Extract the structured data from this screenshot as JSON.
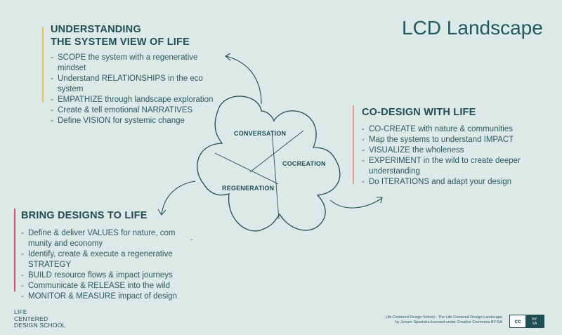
{
  "title": "LCD Landscape",
  "understanding": {
    "heading_line1": "UNDERSTANDING",
    "heading_line2": "THE SYSTEM VIEW OF LIFE",
    "items": [
      "SCOPE the system with a regenerative mindset",
      "Understand RELATIONSHIPS in the eco system",
      "EMPATHIZE through landscape exploration",
      "Create & tell emotional NARRATIVES",
      "Define VISION for systemic change"
    ],
    "accent": "#e8c15a"
  },
  "codesign": {
    "heading": "CO-DESIGN WITH LIFE",
    "items": [
      "CO-CREATE with nature & communities",
      "Map the systems to understand IMPACT",
      "VISUALIZE the wholeness",
      "EXPERIMENT in the wild to create deeper understanding",
      "Do ITERATIONS and adapt your design"
    ],
    "accent": "#e8a27a"
  },
  "bring": {
    "heading": "BRING DESIGNS TO LIFE",
    "items": [
      "Define & deliver VALUES for nature, com munity and economy",
      "Identify, create & execute a regenerative STRATEGY",
      "BUILD resource flows & impact journeys",
      "Communicate & RELEASE into the wild",
      "MONITOR & MEASURE impact of design"
    ],
    "accent": "#d64a6e",
    "stray_mark": "-"
  },
  "flower": {
    "labels": {
      "conversation": "CONVERSATION",
      "cocreation": "COCREATION",
      "regeneration": "REGENERATION"
    }
  },
  "footer": {
    "logo_line1": "LIFE",
    "logo_line2": "CENTERED",
    "logo_line3": "DESIGN SCHOOL",
    "credit_line1": "Life-Centered Design School - The Life-Centered Design Landscape",
    "credit_line2": "by Jeroen Spoelstra licensed under Creative Commons BY-SA",
    "license_cc": "cc",
    "license_by": "BY",
    "license_sa": "SA"
  },
  "colors": {
    "background": "#dde9e7",
    "ink": "#1f4e54"
  }
}
